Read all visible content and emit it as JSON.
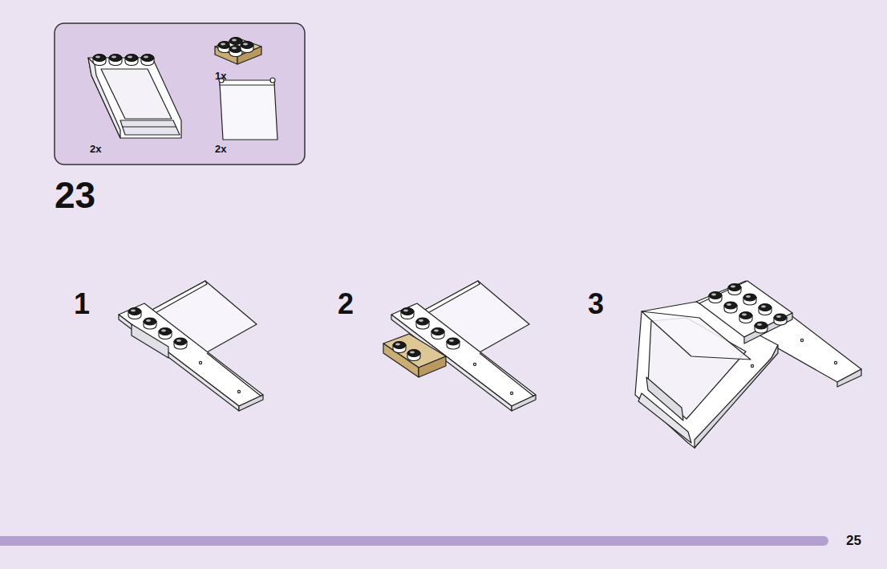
{
  "diagram": {
    "nodes": [
      {
        "text": [
          "1x",
          "2x",
          "2x"
        ]
      }
    ],
    "labels": [
      "23",
      "1",
      "2",
      "3",
      "25"
    ]
  }
}
